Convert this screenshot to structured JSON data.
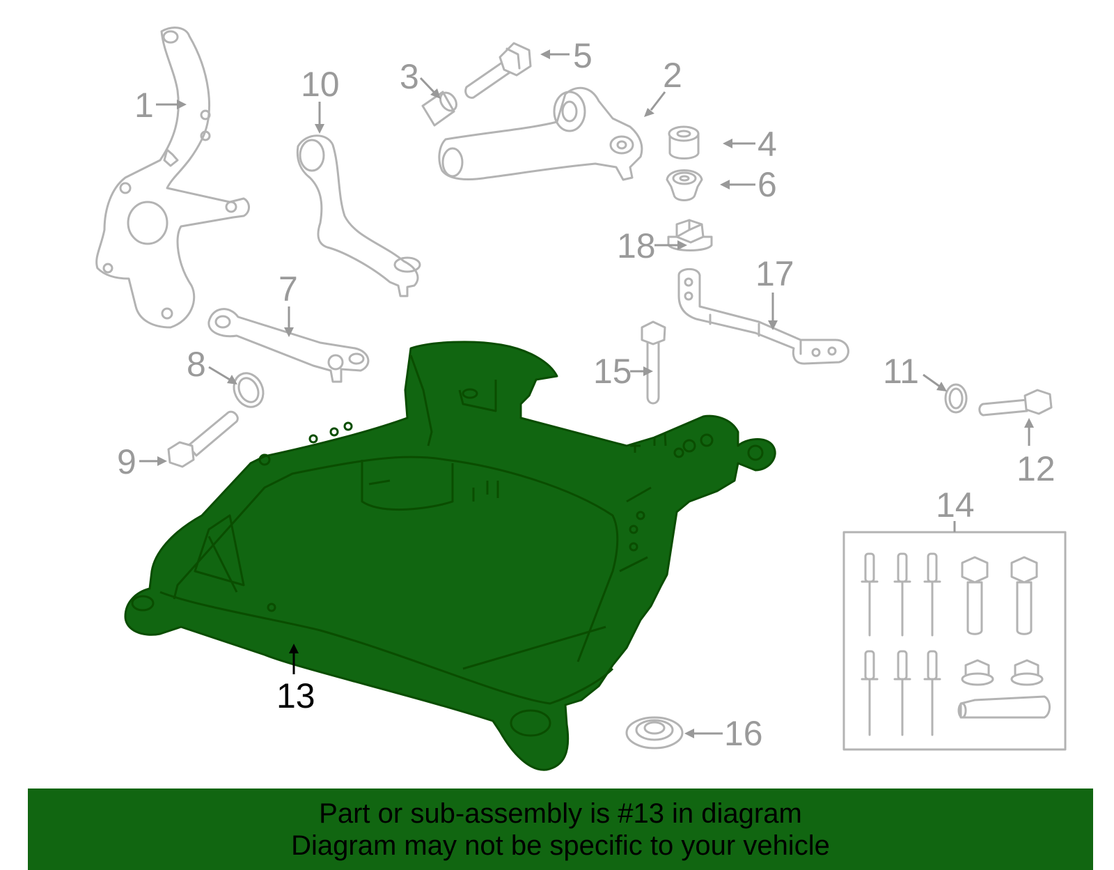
{
  "diagram": {
    "callouts": {
      "c1": "1",
      "c2": "2",
      "c3": "3",
      "c4": "4",
      "c5": "5",
      "c6": "6",
      "c7": "7",
      "c8": "8",
      "c9": "9",
      "c10": "10",
      "c11": "11",
      "c12": "12",
      "c13": "13",
      "c14": "14",
      "c15": "15",
      "c16": "16",
      "c17": "17",
      "c18": "18"
    },
    "highlighted_part": "13",
    "colors": {
      "highlight_fill": "#116611",
      "part_outline": "#b3b3b3",
      "callout_text": "#9a9a9a",
      "highlight_callout_text": "#000000"
    }
  },
  "banner": {
    "line1": "Part or sub-assembly is #13 in diagram",
    "line2": "Diagram may not be specific to your vehicle"
  }
}
